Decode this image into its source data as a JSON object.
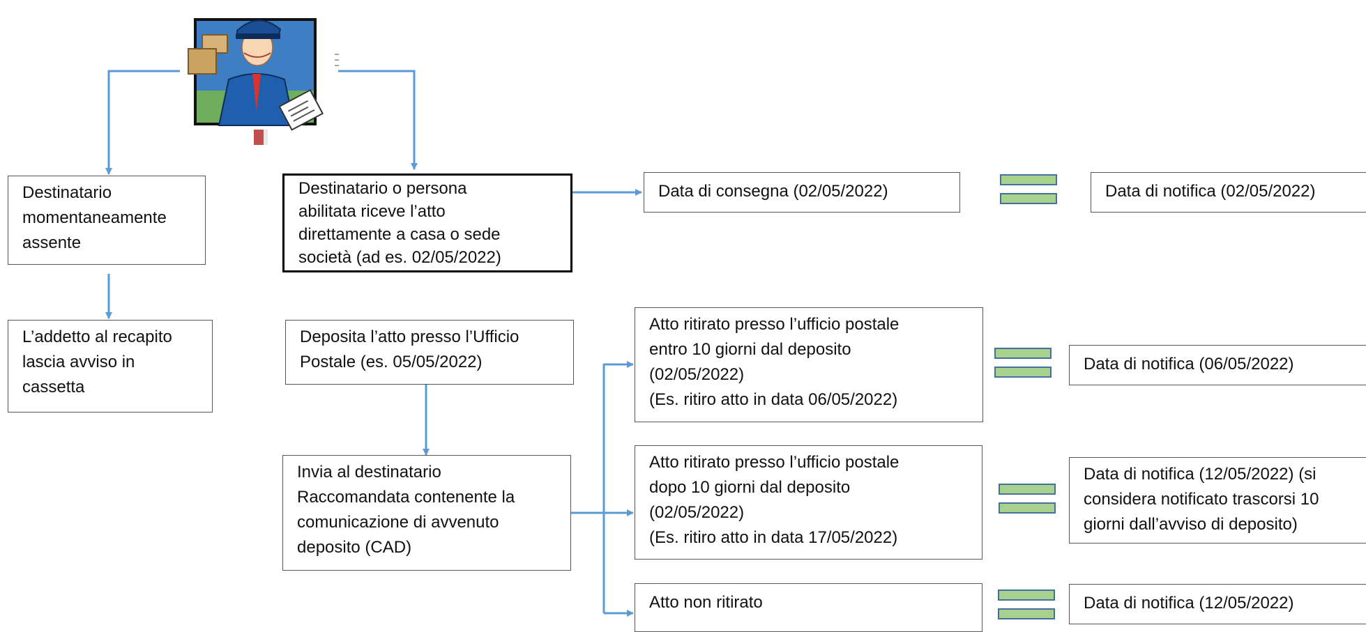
{
  "palette": {
    "arrow": "#5b9bd5",
    "equals_fill": "#a9d18e",
    "equals_border": "#41719c",
    "box_border": "#555555",
    "bold_border": "#000000"
  },
  "illustration": {
    "icon": "postman-icon"
  },
  "left_branch": {
    "absent": "Destinatario\nmomentaneamente\nassente",
    "notice": "L’addetto al recapito\nlascia avviso in\ncassetta"
  },
  "direct": {
    "received": "Destinatario o persona\nabilitata riceve l’atto\ndirettamente a casa o sede\nsocietà (ad es. 02/05/2022)",
    "delivery_date": "Data di consegna (02/05/2022)",
    "notification_date": "Data di notifica (02/05/2022)"
  },
  "deposit": {
    "office": "Deposita l’atto presso l’Ufficio\nPostale (es. 05/05/2022)",
    "cad": "Invia al destinatario\nRaccomandata contenente la\ncomunicazione di avvenuto\ndeposito (CAD)"
  },
  "outcomes": [
    {
      "condition": "Atto ritirato presso l’ufficio postale\nentro 10 giorni dal deposito\n(02/05/2022)\n(Es. ritiro atto in data 06/05/2022)",
      "result": "Data di notifica (06/05/2022)"
    },
    {
      "condition": "Atto ritirato presso l’ufficio postale\ndopo 10 giorni dal deposito\n(02/05/2022)\n(Es. ritiro atto in data 17/05/2022)",
      "result": "Data di notifica (12/05/2022) (si\nconsidera notificato trascorsi 10\ngiorni dall’avviso di deposito)"
    },
    {
      "condition": "Atto non ritirato",
      "result": "Data di notifica (12/05/2022)"
    }
  ]
}
